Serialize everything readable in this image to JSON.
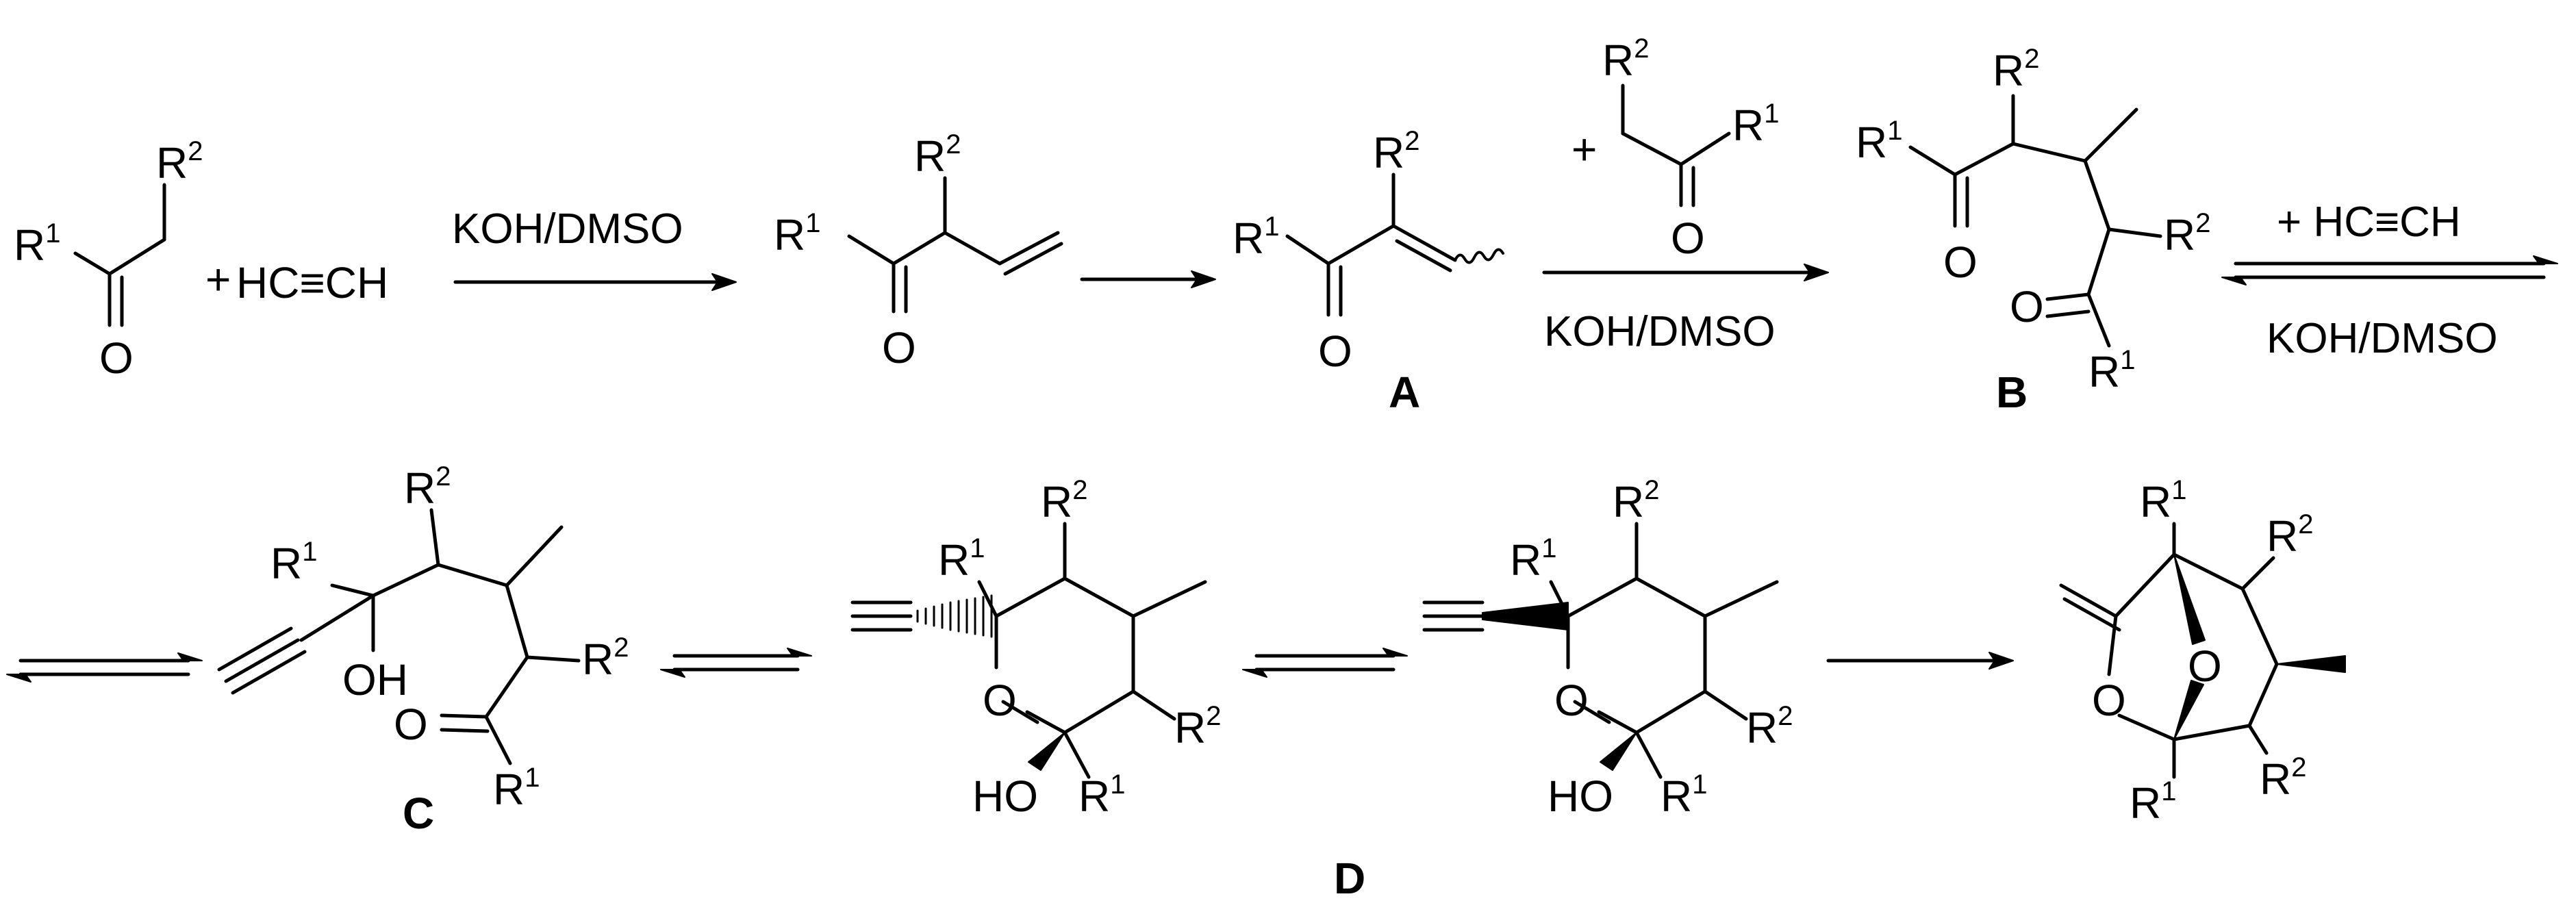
{
  "scheme": {
    "atoms": {
      "R": "R",
      "sup1": "1",
      "sup2": "2",
      "O": "O",
      "OH": "OH",
      "HO": "HO",
      "acetylene": "HC≡CH",
      "plus": "+"
    },
    "conditions": {
      "step1": "KOH/DMSO",
      "step3": "KOH/DMSO",
      "step4_top": "+ HC≡CH",
      "step4_bottom": "KOH/DMSO"
    },
    "labels": {
      "A": "A",
      "B": "B",
      "C": "C",
      "D": "D"
    }
  }
}
